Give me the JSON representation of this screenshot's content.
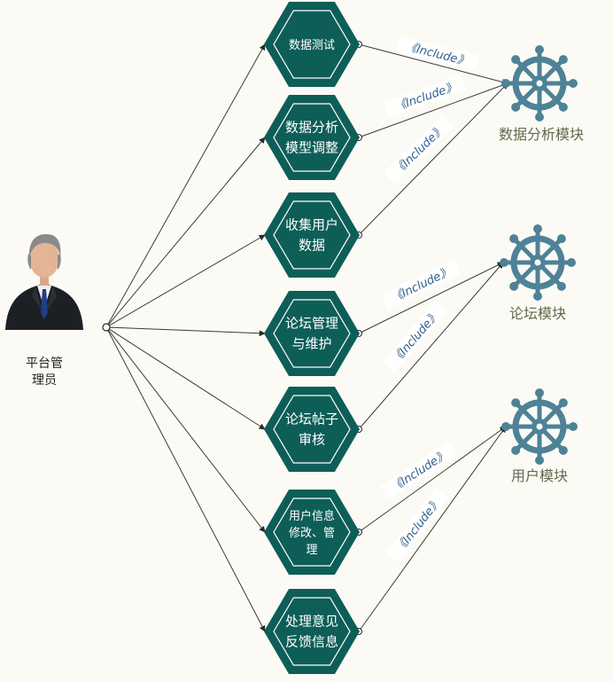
{
  "actor": {
    "label_line1": "平台管",
    "label_line2": "理员"
  },
  "use_cases": [
    {
      "id": "uc1",
      "lines": [
        "数据测试"
      ]
    },
    {
      "id": "uc2",
      "lines": [
        "数据分析",
        "模型调整"
      ]
    },
    {
      "id": "uc3",
      "lines": [
        "收集用户",
        "数据"
      ]
    },
    {
      "id": "uc4",
      "lines": [
        "论坛管理",
        "与维护"
      ]
    },
    {
      "id": "uc5",
      "lines": [
        "论坛帖子",
        "审核"
      ]
    },
    {
      "id": "uc6",
      "lines": [
        "用户信息",
        "修改、管",
        "理"
      ]
    },
    {
      "id": "uc7",
      "lines": [
        "处理意见",
        "反馈信息"
      ]
    }
  ],
  "modules": [
    {
      "id": "m1",
      "label": "数据分析模块",
      "icon": "ship-wheel-icon"
    },
    {
      "id": "m2",
      "label": "论坛模块",
      "icon": "ship-wheel-icon"
    },
    {
      "id": "m3",
      "label": "用户模块",
      "icon": "ship-wheel-icon"
    }
  ],
  "include_label": "《Include》",
  "colors": {
    "hexagon_fill": "#0e5e58",
    "hexagon_inner_stroke": "#ffffff",
    "wheel": "#4e8296",
    "line": "#3a3a3a",
    "include_text": "#2e5f8e",
    "module_text": "#5f6b4e"
  }
}
